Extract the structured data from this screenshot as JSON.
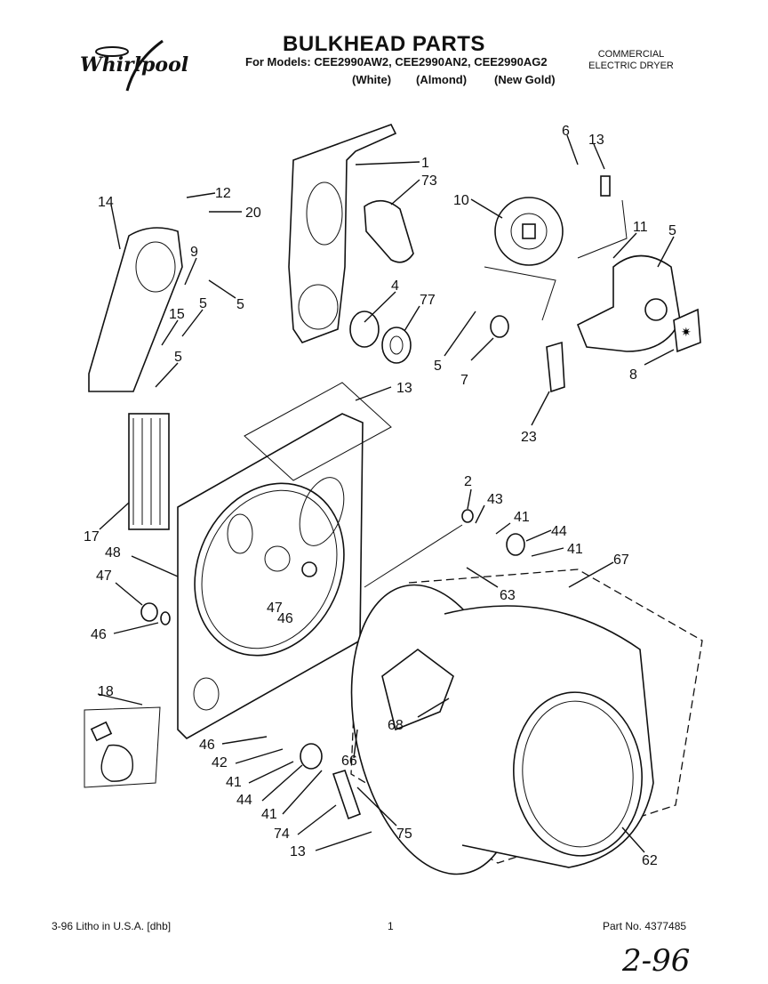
{
  "header": {
    "brand": "Whirlpool",
    "title": "BULKHEAD PARTS",
    "models": "For Models: CEE2990AW2, CEE2990AN2, CEE2990AG2",
    "colors": [
      "(White)",
      "(Almond)",
      "(New Gold)"
    ],
    "category_line1": "COMMERCIAL",
    "category_line2": "ELECTRIC DRYER"
  },
  "callouts": [
    "1",
    "73",
    "14",
    "12",
    "20",
    "9",
    "5",
    "15",
    "5",
    "5",
    "4",
    "77",
    "10",
    "5",
    "6",
    "13",
    "11",
    "5",
    "7",
    "8",
    "23",
    "13",
    "17",
    "48",
    "47",
    "46",
    "47",
    "46",
    "2",
    "43",
    "41",
    "44",
    "41",
    "67",
    "63",
    "68",
    "18",
    "46",
    "42",
    "41",
    "44",
    "41",
    "74",
    "75",
    "13",
    "66",
    "62"
  ],
  "footer": {
    "litho": "3-96 Litho in U.S.A. [dhb]",
    "page": "1",
    "part_no": "Part No. 4377485",
    "handwritten": "2-96"
  }
}
